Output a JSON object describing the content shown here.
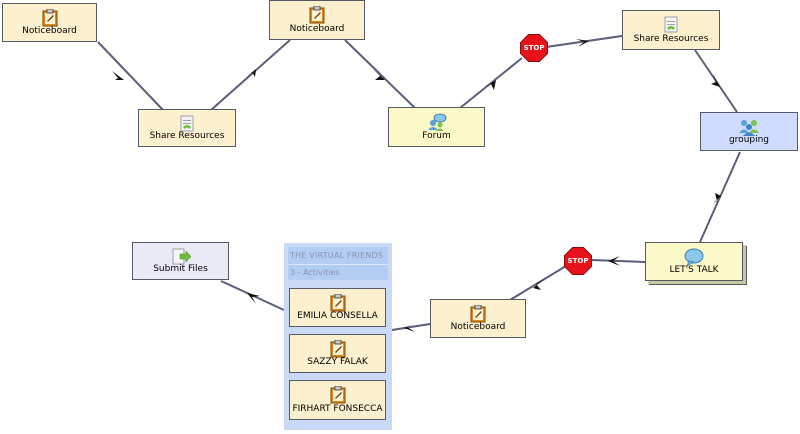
{
  "nodes": {
    "noticeboard1": {
      "label": "Noticeboard",
      "icon": "noticeboard-icon"
    },
    "share1": {
      "label": "Share Resources",
      "icon": "share-resources-icon"
    },
    "noticeboard2": {
      "label": "Noticeboard",
      "icon": "noticeboard-icon"
    },
    "forum": {
      "label": "Forum",
      "icon": "forum-icon"
    },
    "share2": {
      "label": "Share Resources",
      "icon": "share-resources-icon"
    },
    "grouping": {
      "label": "grouping",
      "icon": "grouping-icon"
    },
    "chat": {
      "label": "LET'S TALK",
      "icon": "chat-bubble-icon"
    },
    "noticeboard3": {
      "label": "Noticeboard",
      "icon": "noticeboard-icon"
    },
    "submit": {
      "label": "Submit Files",
      "icon": "submit-files-icon"
    }
  },
  "stops": {
    "stop1": "STOP",
    "stop2": "STOP"
  },
  "group": {
    "title": "THE VIRTUAL FRIENDS",
    "subtitle": "3 - Activities",
    "activities": [
      "EMILIA CONSELLA",
      "SAZZY FALAK",
      "FIRHART FONSECCA"
    ]
  },
  "colors": {
    "activity_fill": "#fdf0cf",
    "forum_fill": "#fcf8c7",
    "grouping_fill": "#cfdcff",
    "group_fill": "#c9d9f6",
    "stop_red": "#e8121a",
    "edge": "#5a5e78"
  }
}
